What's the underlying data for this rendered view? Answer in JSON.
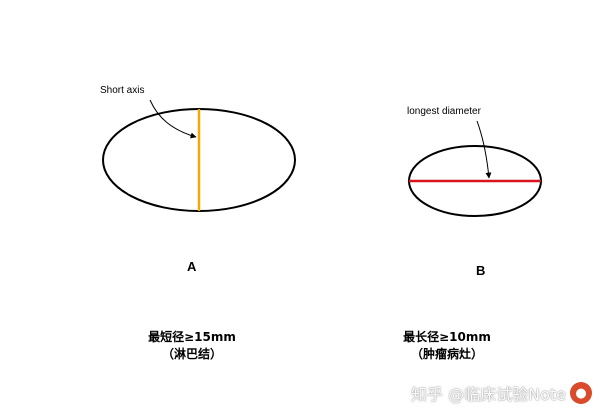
{
  "figure_a": {
    "annotation": "Short axis",
    "letter": "A",
    "caption_line1": "最短径≥15mm",
    "caption_line2": "（淋巴结）",
    "axis_color": "#f5a800"
  },
  "figure_b": {
    "annotation": "longest diameter",
    "letter": "B",
    "caption_line1": "最长径≥10mm",
    "caption_line2": "（肿瘤病灶）",
    "axis_color": "#d8141c"
  },
  "watermark": {
    "text": "知乎 @临床试验Note"
  }
}
